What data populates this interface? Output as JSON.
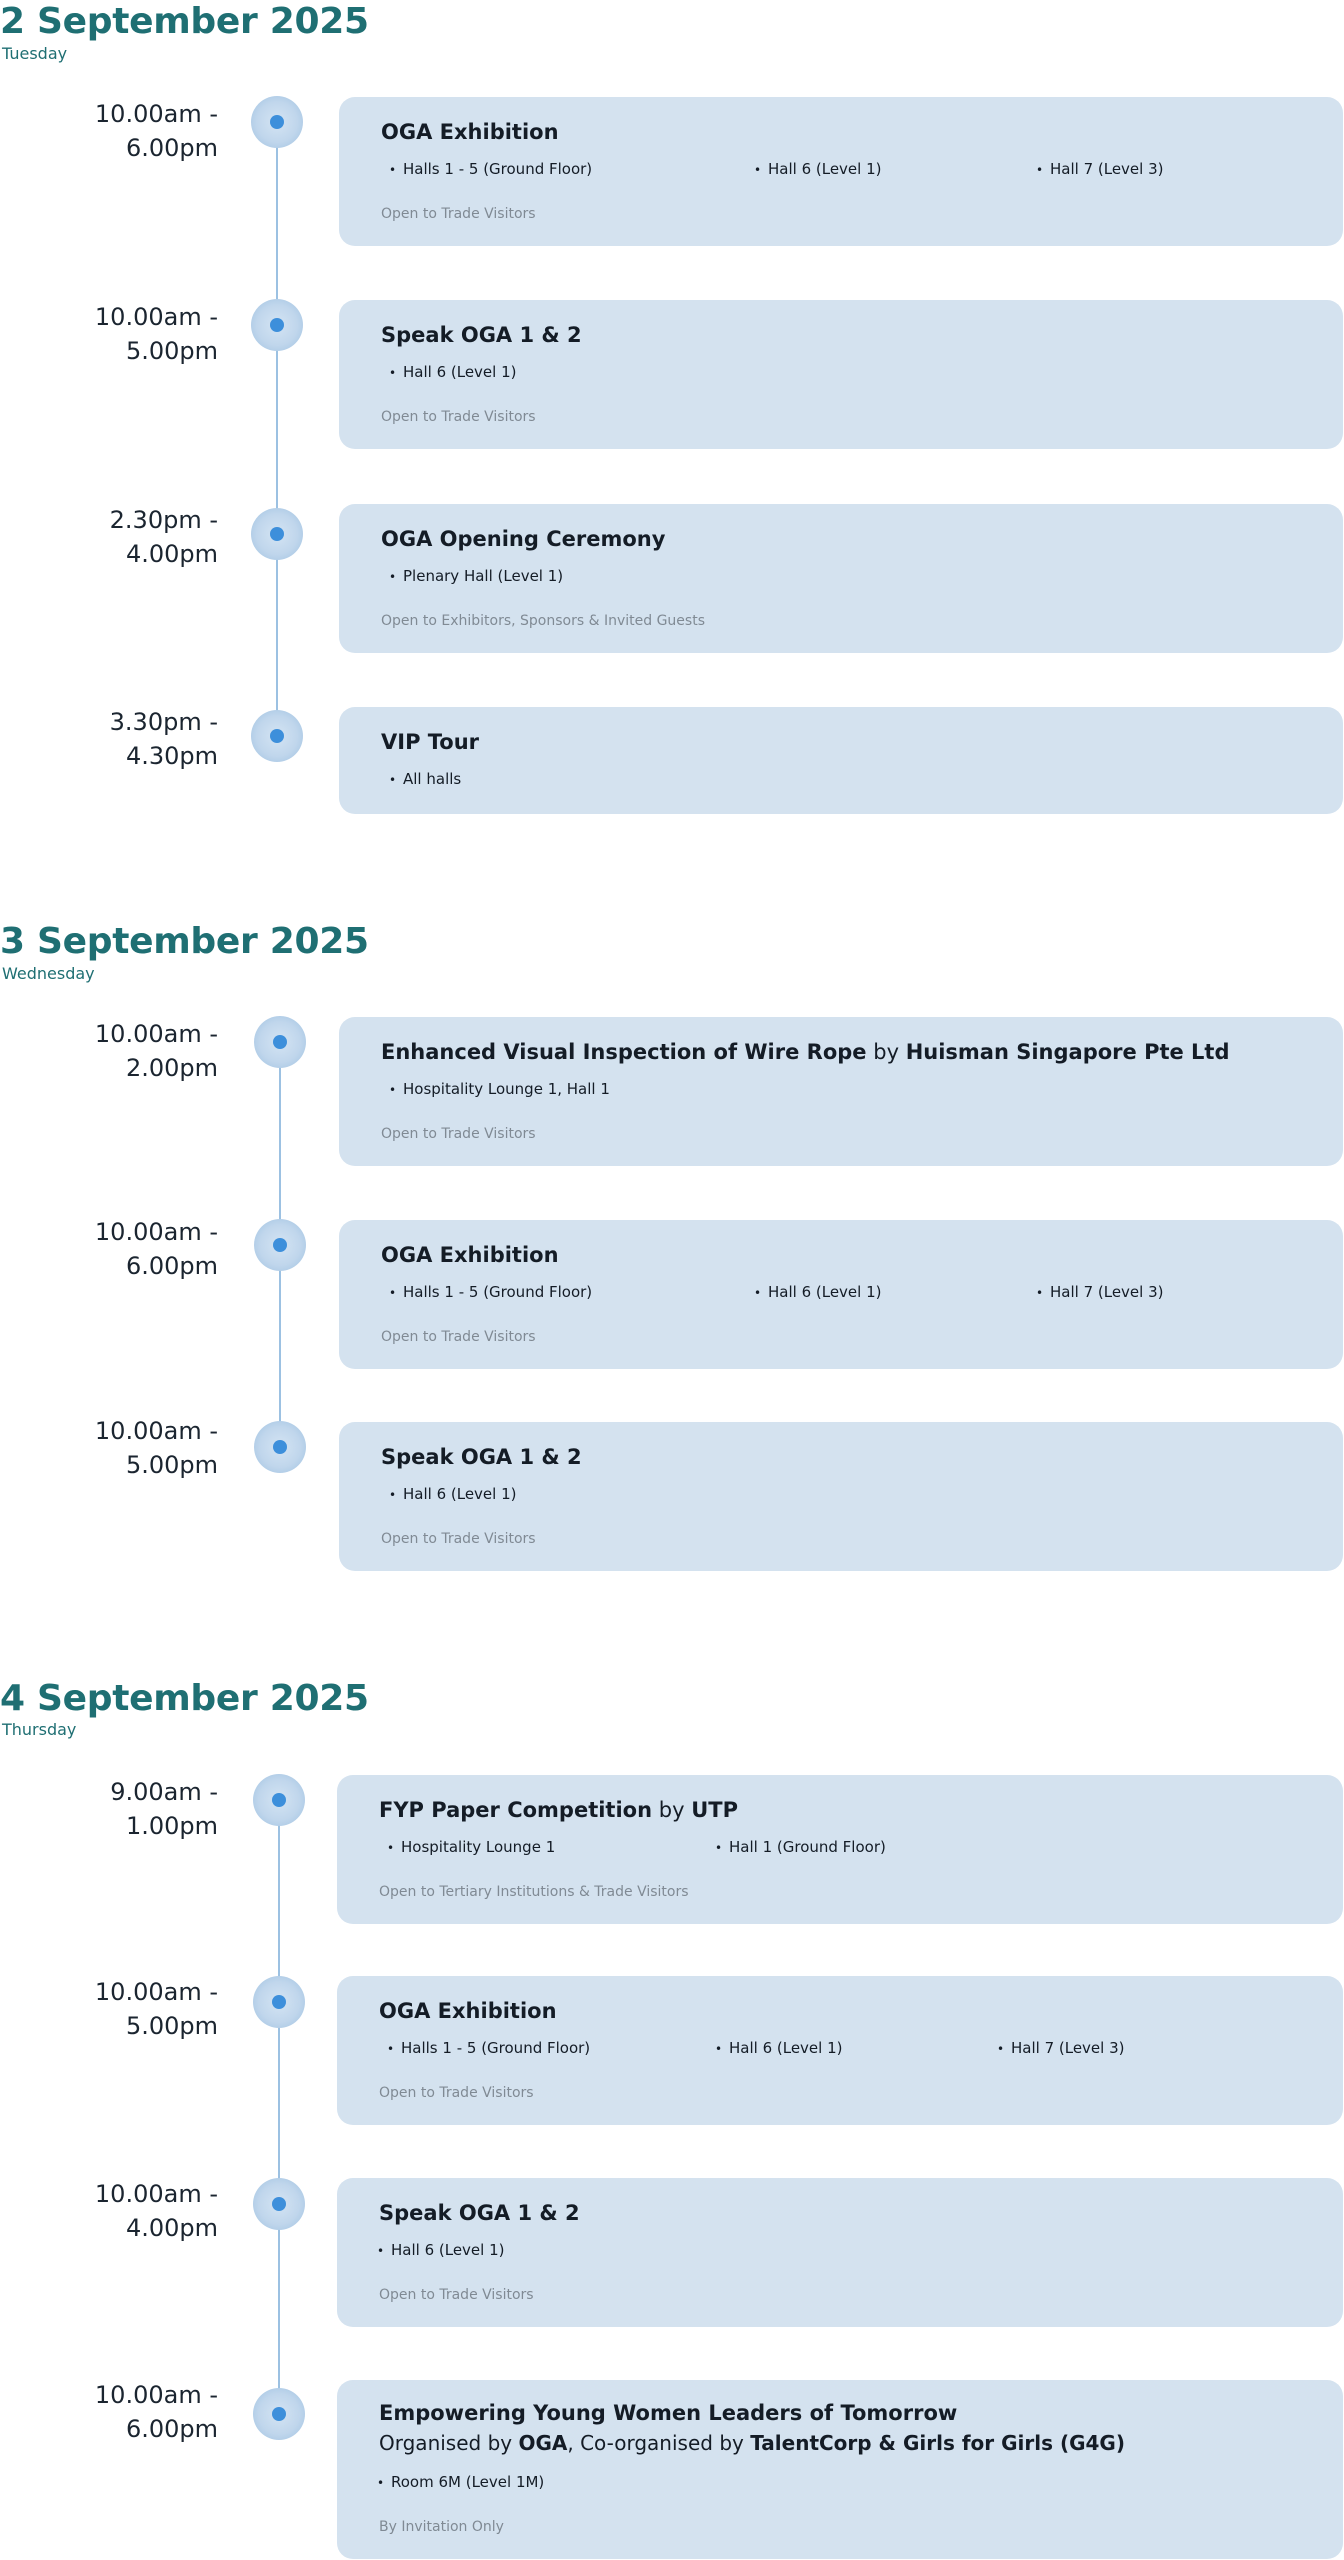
{
  "days": [
    {
      "date": "2 September 2025",
      "weekday": "Tuesday",
      "events": [
        {
          "time_start": "10.00am -",
          "time_end": "6.00pm",
          "title": "OGA Exhibition",
          "locations": [
            "Halls 1 - 5 (Ground Floor)",
            "Hall 6 (Level 1)",
            "Hall 7 (Level 3)"
          ],
          "access": "Open to Trade Visitors"
        },
        {
          "time_start": "10.00am -",
          "time_end": "5.00pm",
          "title": "Speak OGA 1 & 2",
          "locations": [
            "Hall 6 (Level 1)"
          ],
          "access": "Open to Trade Visitors"
        },
        {
          "time_start": "2.30pm -",
          "time_end": "4.00pm",
          "title": "OGA Opening Ceremony",
          "locations": [
            "Plenary Hall (Level 1)"
          ],
          "access": "Open to Exhibitors, Sponsors & Invited Guests"
        },
        {
          "time_start": "3.30pm -",
          "time_end": "4.30pm",
          "title": "VIP Tour",
          "locations": [
            "All halls"
          ]
        }
      ]
    },
    {
      "date": "3 September 2025",
      "weekday": "Wednesday",
      "events": [
        {
          "time_start": "10.00am -",
          "time_end": "2.00pm",
          "title": "Enhanced Visual Inspection of Wire Rope",
          "by": "by",
          "organiser": "Huisman Singapore Pte Ltd",
          "locations": [
            "Hospitality Lounge 1, Hall 1"
          ],
          "access": "Open to Trade Visitors"
        },
        {
          "time_start": "10.00am -",
          "time_end": "6.00pm",
          "title": "OGA Exhibition",
          "locations": [
            "Halls 1 - 5 (Ground Floor)",
            "Hall 6 (Level 1)",
            "Hall 7 (Level 3)"
          ],
          "access": "Open to Trade Visitors"
        },
        {
          "time_start": "10.00am -",
          "time_end": "5.00pm",
          "title": "Speak OGA 1 & 2",
          "locations": [
            "Hall 6 (Level 1)"
          ],
          "access": "Open to Trade Visitors"
        }
      ]
    },
    {
      "date": "4 September 2025",
      "weekday": "Thursday",
      "events": [
        {
          "time_start": "9.00am -",
          "time_end": "1.00pm",
          "title": "FYP Paper Competition",
          "by": "by",
          "organiser": "UTP",
          "locations": [
            "Hospitality Lounge 1",
            "Hall 1 (Ground Floor)"
          ],
          "access": "Open to Tertiary Institutions & Trade Visitors"
        },
        {
          "time_start": "10.00am -",
          "time_end": "5.00pm",
          "title": "OGA Exhibition",
          "locations": [
            "Halls 1 - 5 (Ground Floor)",
            "Hall 6 (Level 1)",
            "Hall 7 (Level 3)"
          ],
          "access": "Open to Trade Visitors"
        },
        {
          "time_start": "10.00am -",
          "time_end": "4.00pm",
          "title": "Speak OGA 1 & 2",
          "locations": [
            "Hall 6 (Level 1)"
          ],
          "access": "Open to Trade Visitors"
        },
        {
          "time_start": "10.00am -",
          "time_end": "6.00pm",
          "title": "Empowering Young Women Leaders of Tomorrow",
          "subtitle": {
            "p1": "Organised by ",
            "b1": "OGA",
            "p2": ", Co-organised by ",
            "b2": "TalentCorp & Girls for Girls (G4G)"
          },
          "locations": [
            "Room 6M (Level 1M)"
          ],
          "access": "By Invitation Only"
        }
      ]
    }
  ],
  "colors": {
    "heading": "#1f6f73",
    "card": "#d4e2ef",
    "dot": "#3d8fdb",
    "line": "#9cc1e2",
    "note": "#808a94"
  }
}
